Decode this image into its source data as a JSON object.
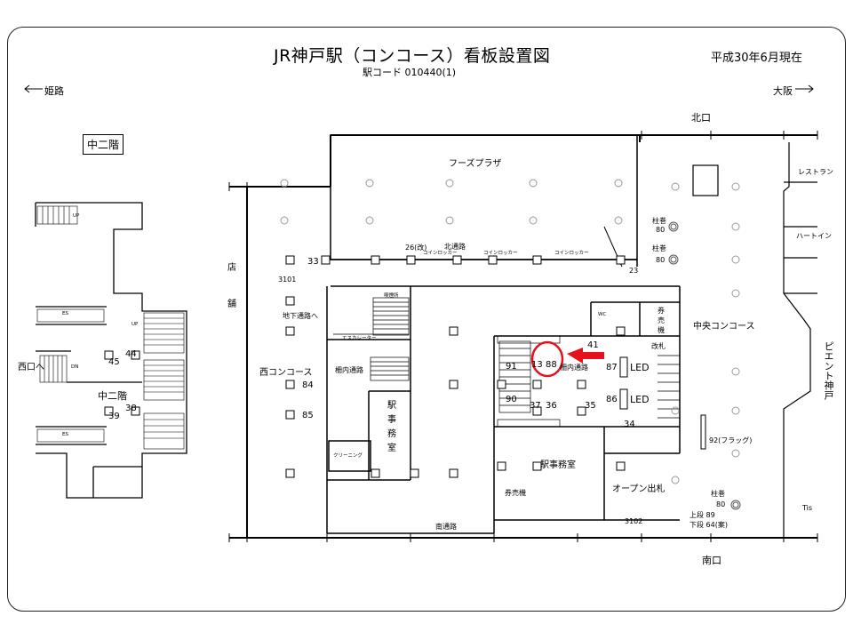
{
  "header": {
    "title": "JR神戸駅（コンコース）看板設置図",
    "subtitle": "駅コード 010440(1)",
    "date": "平成30年6月現在"
  },
  "directions": {
    "west": "姫路",
    "east": "大阪",
    "north_exit": "北口",
    "south_exit": "南口"
  },
  "mezzanine": {
    "box_label": "中二階",
    "floor_label": "中二階",
    "west_exit": "西口へ",
    "signs": {
      "s44": "44",
      "s45": "45",
      "s38": "38",
      "s39": "39"
    },
    "es_label": "ES",
    "up_label": "UP",
    "dn_label": "DN"
  },
  "areas": {
    "food_plaza": "フーズプラザ",
    "north_passage": "北通路",
    "south_passage": "南通路",
    "west_concourse": "西コンコース",
    "central_concourse": "中央コンコース",
    "underground_way": "地下通路へ",
    "escalator": "エスカレーター",
    "inner_passage_left": "柵内通路",
    "inner_passage_right": "柵内通路",
    "station_office_main": "駅事務室",
    "cleaning": "クリーニング",
    "ticket_machine_south": "券売機",
    "open_gate": "オープン出札",
    "wc": "WC",
    "ticket_gate": "改札",
    "smoking": "喫煙所",
    "coin_locker_1": "コインロッカー",
    "coin_locker_2": "コインロッカー",
    "coin_locker_3": "コインロッカー",
    "shop_vertical_1": "店",
    "shop_vertical_2": "舗",
    "office_vertical": [
      "駅",
      "事",
      "務",
      "室"
    ],
    "ticket_vertical": [
      "券",
      "売",
      "機"
    ],
    "piento": "ピエント神戸",
    "restaurant": "レストラン",
    "heart_in": "ハートイン",
    "tis": "Tis"
  },
  "signs": {
    "s26": "26(改)",
    "s33": "33",
    "s3101": "3101",
    "s23": "23",
    "pillar_top_1": "柱巻",
    "pillar_top_1_num": "80",
    "pillar_top_2": "柱巻",
    "pillar_top_2_num": "80",
    "pillar_bottom": "柱巻",
    "pillar_bottom_num": "80",
    "upper_89": "上段 89",
    "lower_64": "下段 64(案)",
    "s84": "84",
    "s85": "85",
    "s41": "41",
    "s91": "91",
    "s13": "13",
    "s88": "88",
    "s90": "90",
    "s37": "37",
    "s36": "36",
    "s35": "35",
    "s34": "34",
    "s87": "87",
    "s86": "86",
    "led1": "LED",
    "led2": "LED",
    "s92": "92(フラッグ)",
    "s3102": "3102"
  },
  "highlight": {
    "color": "#e8101a",
    "target_sign": "88"
  },
  "colors": {
    "line": "#000000",
    "frame": "#222222",
    "pillar": "#9a9a9a"
  }
}
